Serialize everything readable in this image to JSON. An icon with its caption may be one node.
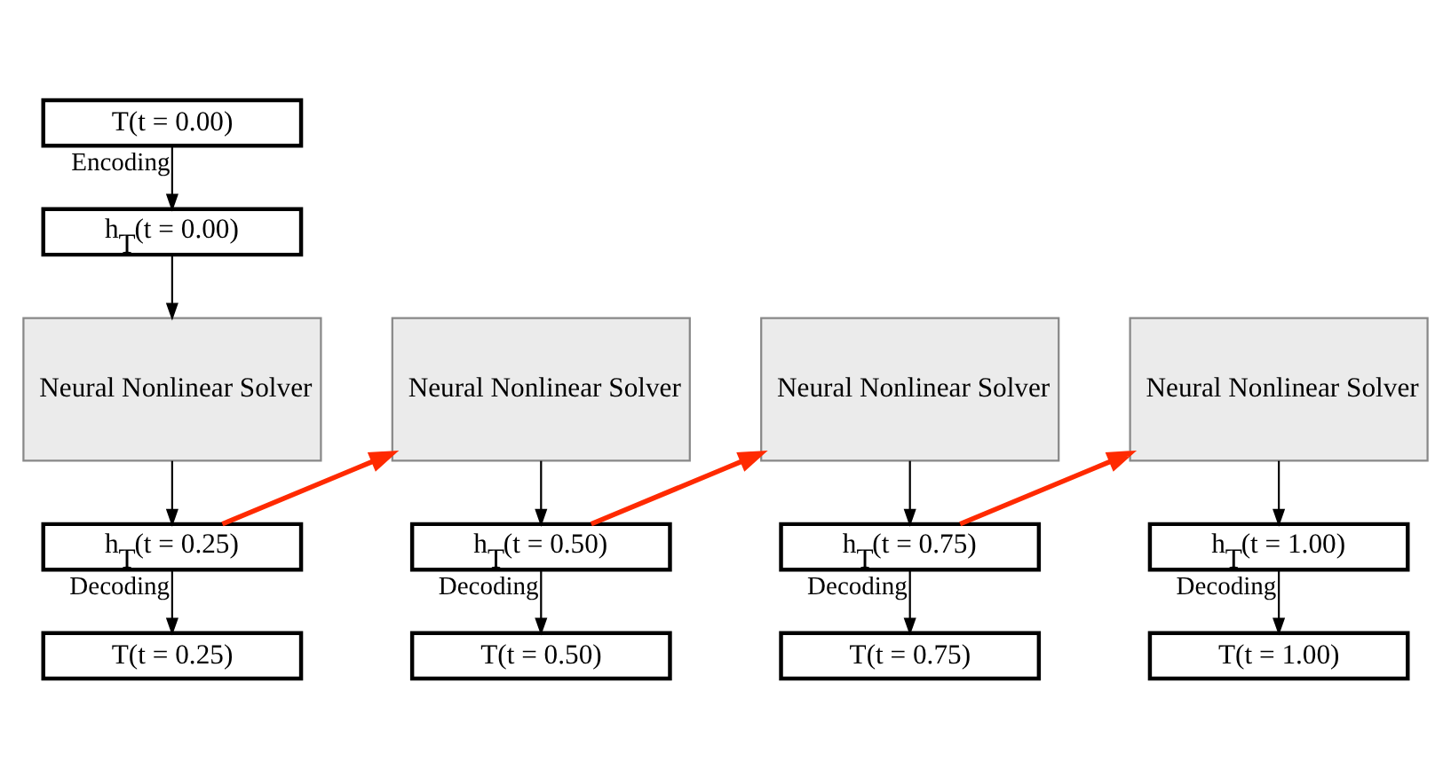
{
  "diagram": {
    "nodes": [
      {
        "text": [
          "T(t = 0.00)"
        ]
      },
      {
        "text": [
          "h$_{T}$(t = 0.00)"
        ]
      },
      {
        "text": [
          "Neural Nonlinear Solver"
        ]
      },
      {
        "text": [
          "h$_{T}$(t = 0.25)"
        ]
      },
      {
        "text": [
          "T(t = 0.25)"
        ]
      },
      {
        "text": [
          "Neural Nonlinear Solver"
        ]
      },
      {
        "text": [
          "h$_{T}$(t = 0.50)"
        ]
      },
      {
        "text": [
          "T(t = 0.50)"
        ]
      },
      {
        "text": [
          "Neural Nonlinear Solver"
        ]
      },
      {
        "text": [
          "h$_{T}$(t = 0.75)"
        ]
      },
      {
        "text": [
          "T(t = 0.75)"
        ]
      },
      {
        "text": [
          "Neural Nonlinear Solver"
        ]
      },
      {
        "text": [
          "h$_{T}$(t = 1.00)"
        ]
      },
      {
        "text": [
          "T(t = 1.00)"
        ]
      }
    ],
    "edges": [
      {
        "from": 0,
        "to": 1,
        "arrow": "to",
        "label": "Encoding"
      },
      {
        "from": 1,
        "to": 2,
        "arrow": "to"
      },
      {
        "from": 2,
        "to": 3,
        "arrow": "to"
      },
      {
        "from": 3,
        "to": 4,
        "arrow": "to",
        "label": "Decoding"
      },
      {
        "from": 3,
        "to": 5,
        "arrow": "to",
        "style": "thick",
        "color": "#ff2a00"
      },
      {
        "from": 5,
        "to": 6,
        "arrow": "to"
      },
      {
        "from": 6,
        "to": 7,
        "arrow": "to",
        "label": "Decoding"
      },
      {
        "from": 6,
        "to": 8,
        "arrow": "to",
        "style": "thick",
        "color": "#ff2a00"
      },
      {
        "from": 8,
        "to": 9,
        "arrow": "to"
      },
      {
        "from": 9,
        "to": 10,
        "arrow": "to",
        "label": "Decoding"
      },
      {
        "from": 9,
        "to": 11,
        "arrow": "to",
        "style": "thick",
        "color": "#ff2a00"
      },
      {
        "from": 11,
        "to": 12,
        "arrow": "to"
      },
      {
        "from": 12,
        "to": 13,
        "arrow": "to",
        "label": "Decoding"
      }
    ]
  }
}
